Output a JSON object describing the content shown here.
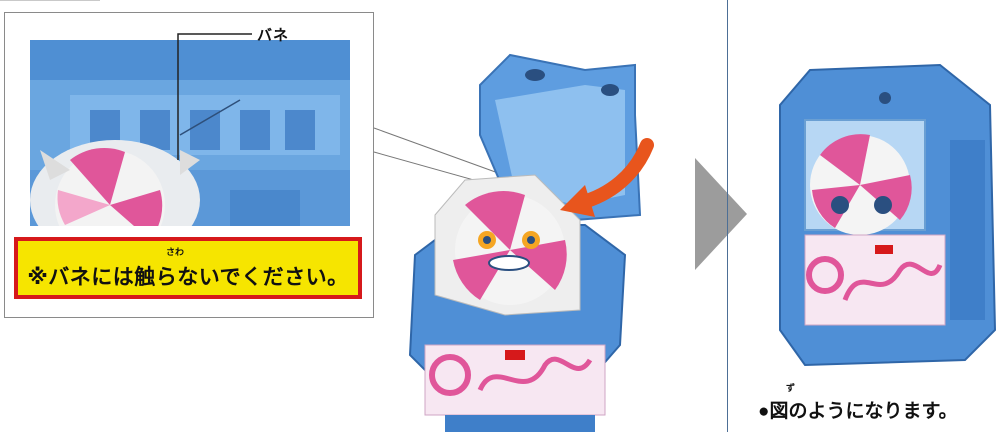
{
  "inset": {
    "spring_label": "バネ",
    "warning_text": "※バネには触らないでください。",
    "warning_ruby": "さわ"
  },
  "result": {
    "caption": "●図のようになります。",
    "caption_ruby": "ず"
  },
  "colors": {
    "toy_blue": "#4a8fd6",
    "warning_yellow": "#f6e500",
    "warning_red": "#d6191b",
    "arrow_orange": "#e8551d",
    "candy_pink": "#e0569a"
  }
}
